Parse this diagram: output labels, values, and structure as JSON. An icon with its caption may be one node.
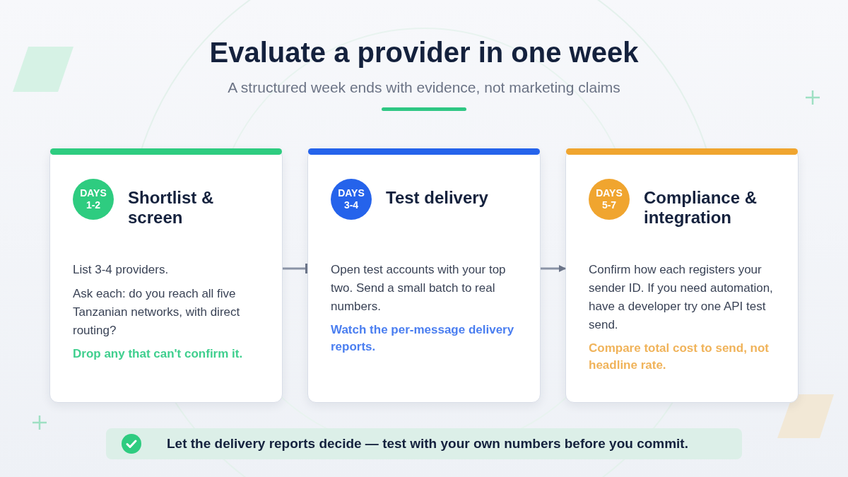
{
  "diagram": {
    "title": "Evaluate a provider in one week",
    "caption": "A structured week ends with evidence, not marketing claims",
    "nodes": [
      {
        "text": [
          "DAYS 1-2",
          "Shortlist & screen",
          "List 3-4 providers.",
          "Ask each: do you reach all five Tanzanian networks, with direct routing?",
          "Drop any that can't confirm it."
        ]
      },
      {
        "text": [
          "DAYS 3-4",
          "Test delivery",
          "Open test accounts with your top two. Send a small batch to real numbers.",
          "Watch the per-message delivery reports."
        ]
      },
      {
        "text": [
          "DAYS 5-7",
          "Compliance & integration",
          "Confirm how each registers your sender ID. If you need automation, have a developer try one API test send.",
          "Compare total cost to send, not headline rate."
        ]
      },
      {
        "text": [
          "Let the delivery reports decide — test with your own numbers before you commit."
        ]
      }
    ],
    "edges": [
      {
        "from": 0,
        "to": 1,
        "arrow": "other"
      },
      {
        "from": 1,
        "to": 2,
        "arrow": "to"
      }
    ]
  }
}
